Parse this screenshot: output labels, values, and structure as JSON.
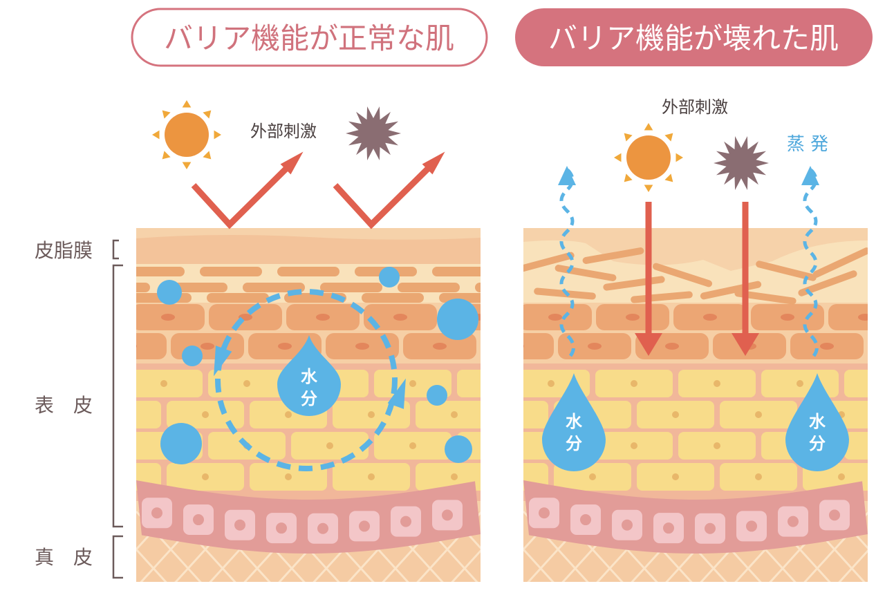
{
  "titles": {
    "normal": "バリア機能が正常な肌",
    "damaged": "バリア機能が壊れた肌"
  },
  "labels": {
    "sebum": "皮脂膜",
    "epidermis": "表　皮",
    "dermis": "真　皮",
    "external_stimulus": "外部刺激",
    "evaporation": "蒸 発",
    "water_1": "水",
    "water_2": "分"
  },
  "colors": {
    "title_pink": "#d5737e",
    "water_blue": "#5bb4e5",
    "arrow_red": "#e0604f",
    "sun_orange": "#ec9540",
    "pollutant_mauve": "#8a6d72"
  }
}
